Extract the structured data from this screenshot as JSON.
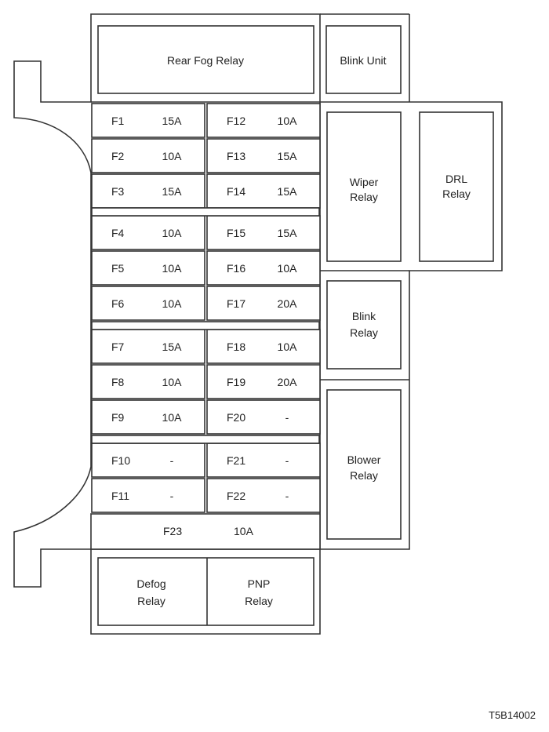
{
  "relays": {
    "rear_fog": "Rear Fog Relay",
    "blink_unit": "Blink Unit",
    "wiper": [
      "Wiper",
      "Relay"
    ],
    "drl": [
      "DRL",
      "Relay"
    ],
    "blink_relay": [
      "Blink",
      "Relay"
    ],
    "blower": [
      "Blower",
      "Relay"
    ],
    "defog": [
      "Defog",
      "Relay"
    ],
    "pnp": [
      "PNP",
      "Relay"
    ]
  },
  "fuses": {
    "left": [
      {
        "id": "F1",
        "rating": "15A"
      },
      {
        "id": "F2",
        "rating": "10A"
      },
      {
        "id": "F3",
        "rating": "15A"
      },
      {
        "id": "F4",
        "rating": "10A"
      },
      {
        "id": "F5",
        "rating": "10A"
      },
      {
        "id": "F6",
        "rating": "10A"
      },
      {
        "id": "F7",
        "rating": "15A"
      },
      {
        "id": "F8",
        "rating": "10A"
      },
      {
        "id": "F9",
        "rating": "10A"
      },
      {
        "id": "F10",
        "rating": "-"
      },
      {
        "id": "F11",
        "rating": "-"
      }
    ],
    "right": [
      {
        "id": "F12",
        "rating": "10A"
      },
      {
        "id": "F13",
        "rating": "15A"
      },
      {
        "id": "F14",
        "rating": "15A"
      },
      {
        "id": "F15",
        "rating": "15A"
      },
      {
        "id": "F16",
        "rating": "10A"
      },
      {
        "id": "F17",
        "rating": "20A"
      },
      {
        "id": "F18",
        "rating": "10A"
      },
      {
        "id": "F19",
        "rating": "20A"
      },
      {
        "id": "F20",
        "rating": "-"
      },
      {
        "id": "F21",
        "rating": "-"
      },
      {
        "id": "F22",
        "rating": "-"
      }
    ],
    "bottom": {
      "id": "F23",
      "rating": "10A"
    }
  },
  "figure_code": "T5B14002"
}
